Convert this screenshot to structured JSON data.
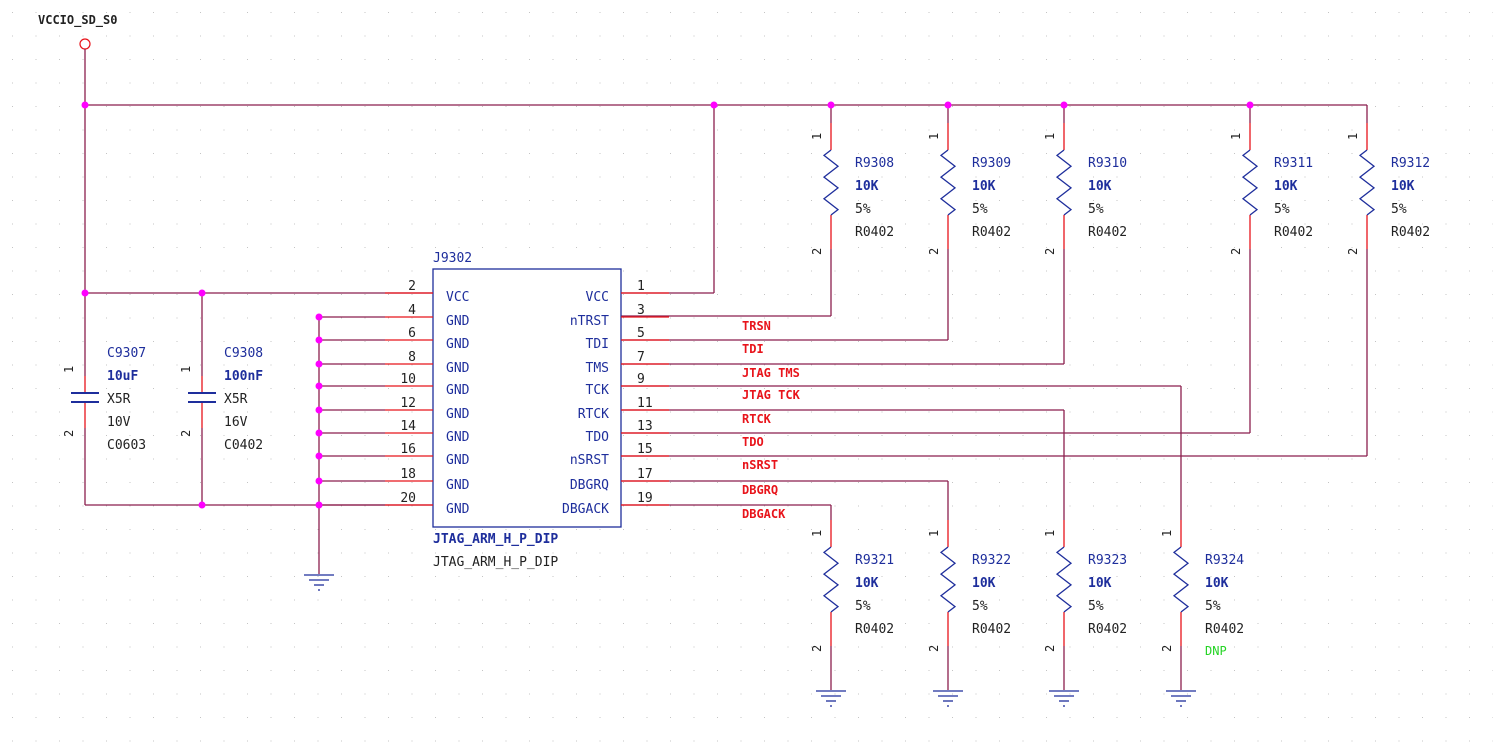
{
  "power_net": "VCCIO_SD_S0",
  "connector": {
    "ref": "J9302",
    "part": "JTAG_ARM_H_P_DIP",
    "footprint": "JTAG_ARM_H_P_DIP",
    "left_pins": [
      {
        "num": "2",
        "name": "VCC"
      },
      {
        "num": "4",
        "name": "GND"
      },
      {
        "num": "6",
        "name": "GND"
      },
      {
        "num": "8",
        "name": "GND"
      },
      {
        "num": "10",
        "name": "GND"
      },
      {
        "num": "12",
        "name": "GND"
      },
      {
        "num": "14",
        "name": "GND"
      },
      {
        "num": "16",
        "name": "GND"
      },
      {
        "num": "18",
        "name": "GND"
      },
      {
        "num": "20",
        "name": "GND"
      }
    ],
    "right_pins": [
      {
        "num": "1",
        "name": "VCC",
        "net": ""
      },
      {
        "num": "3",
        "name": "nTRST",
        "net": "TRSN"
      },
      {
        "num": "5",
        "name": "TDI",
        "net": "TDI"
      },
      {
        "num": "7",
        "name": "TMS",
        "net": "JTAG TMS"
      },
      {
        "num": "9",
        "name": "TCK",
        "net": "JTAG TCK"
      },
      {
        "num": "11",
        "name": "RTCK",
        "net": "RTCK"
      },
      {
        "num": "13",
        "name": "TDO",
        "net": "TDO"
      },
      {
        "num": "15",
        "name": "nSRST",
        "net": "nSRST"
      },
      {
        "num": "17",
        "name": "DBGRQ",
        "net": "DBGRQ"
      },
      {
        "num": "19",
        "name": "DBGACK",
        "net": "DBGACK"
      }
    ]
  },
  "capacitors": [
    {
      "ref": "C9307",
      "value": "10uF",
      "dielectric": "X5R",
      "voltage": "10V",
      "package": "C0603",
      "pin1": "1",
      "pin2": "2"
    },
    {
      "ref": "C9308",
      "value": "100nF",
      "dielectric": "X5R",
      "voltage": "16V",
      "package": "C0402",
      "pin1": "1",
      "pin2": "2"
    }
  ],
  "pullups": [
    {
      "ref": "R9308",
      "value": "10K",
      "tolerance": "5%",
      "package": "R0402",
      "pin1": "1",
      "pin2": "2"
    },
    {
      "ref": "R9309",
      "value": "10K",
      "tolerance": "5%",
      "package": "R0402",
      "pin1": "1",
      "pin2": "2"
    },
    {
      "ref": "R9310",
      "value": "10K",
      "tolerance": "5%",
      "package": "R0402",
      "pin1": "1",
      "pin2": "2"
    },
    {
      "ref": "R9311",
      "value": "10K",
      "tolerance": "5%",
      "package": "R0402",
      "pin1": "1",
      "pin2": "2"
    },
    {
      "ref": "R9312",
      "value": "10K",
      "tolerance": "5%",
      "package": "R0402",
      "pin1": "1",
      "pin2": "2"
    }
  ],
  "pulldowns": [
    {
      "ref": "R9321",
      "value": "10K",
      "tolerance": "5%",
      "package": "R0402",
      "pin1": "1",
      "pin2": "2",
      "note": ""
    },
    {
      "ref": "R9322",
      "value": "10K",
      "tolerance": "5%",
      "package": "R0402",
      "pin1": "1",
      "pin2": "2",
      "note": ""
    },
    {
      "ref": "R9323",
      "value": "10K",
      "tolerance": "5%",
      "package": "R0402",
      "pin1": "1",
      "pin2": "2",
      "note": ""
    },
    {
      "ref": "R9324",
      "value": "10K",
      "tolerance": "5%",
      "package": "R0402",
      "pin1": "1",
      "pin2": "2",
      "note": "DNP"
    }
  ],
  "colors": {
    "wire": "#8b1f4e",
    "signal_wire": "#8b1f4e",
    "junction": "#ff00ff",
    "component": "#1e2e9c",
    "pin_line": "#e8141b",
    "grid": "#c8c8c8"
  }
}
